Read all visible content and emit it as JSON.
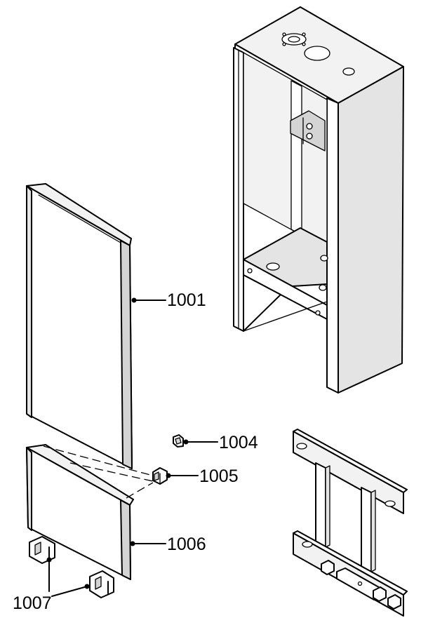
{
  "labels": {
    "front_panel": "1001",
    "clip": "1004",
    "connector": "1005",
    "lower_panel": "1006",
    "hinges": "1007"
  }
}
